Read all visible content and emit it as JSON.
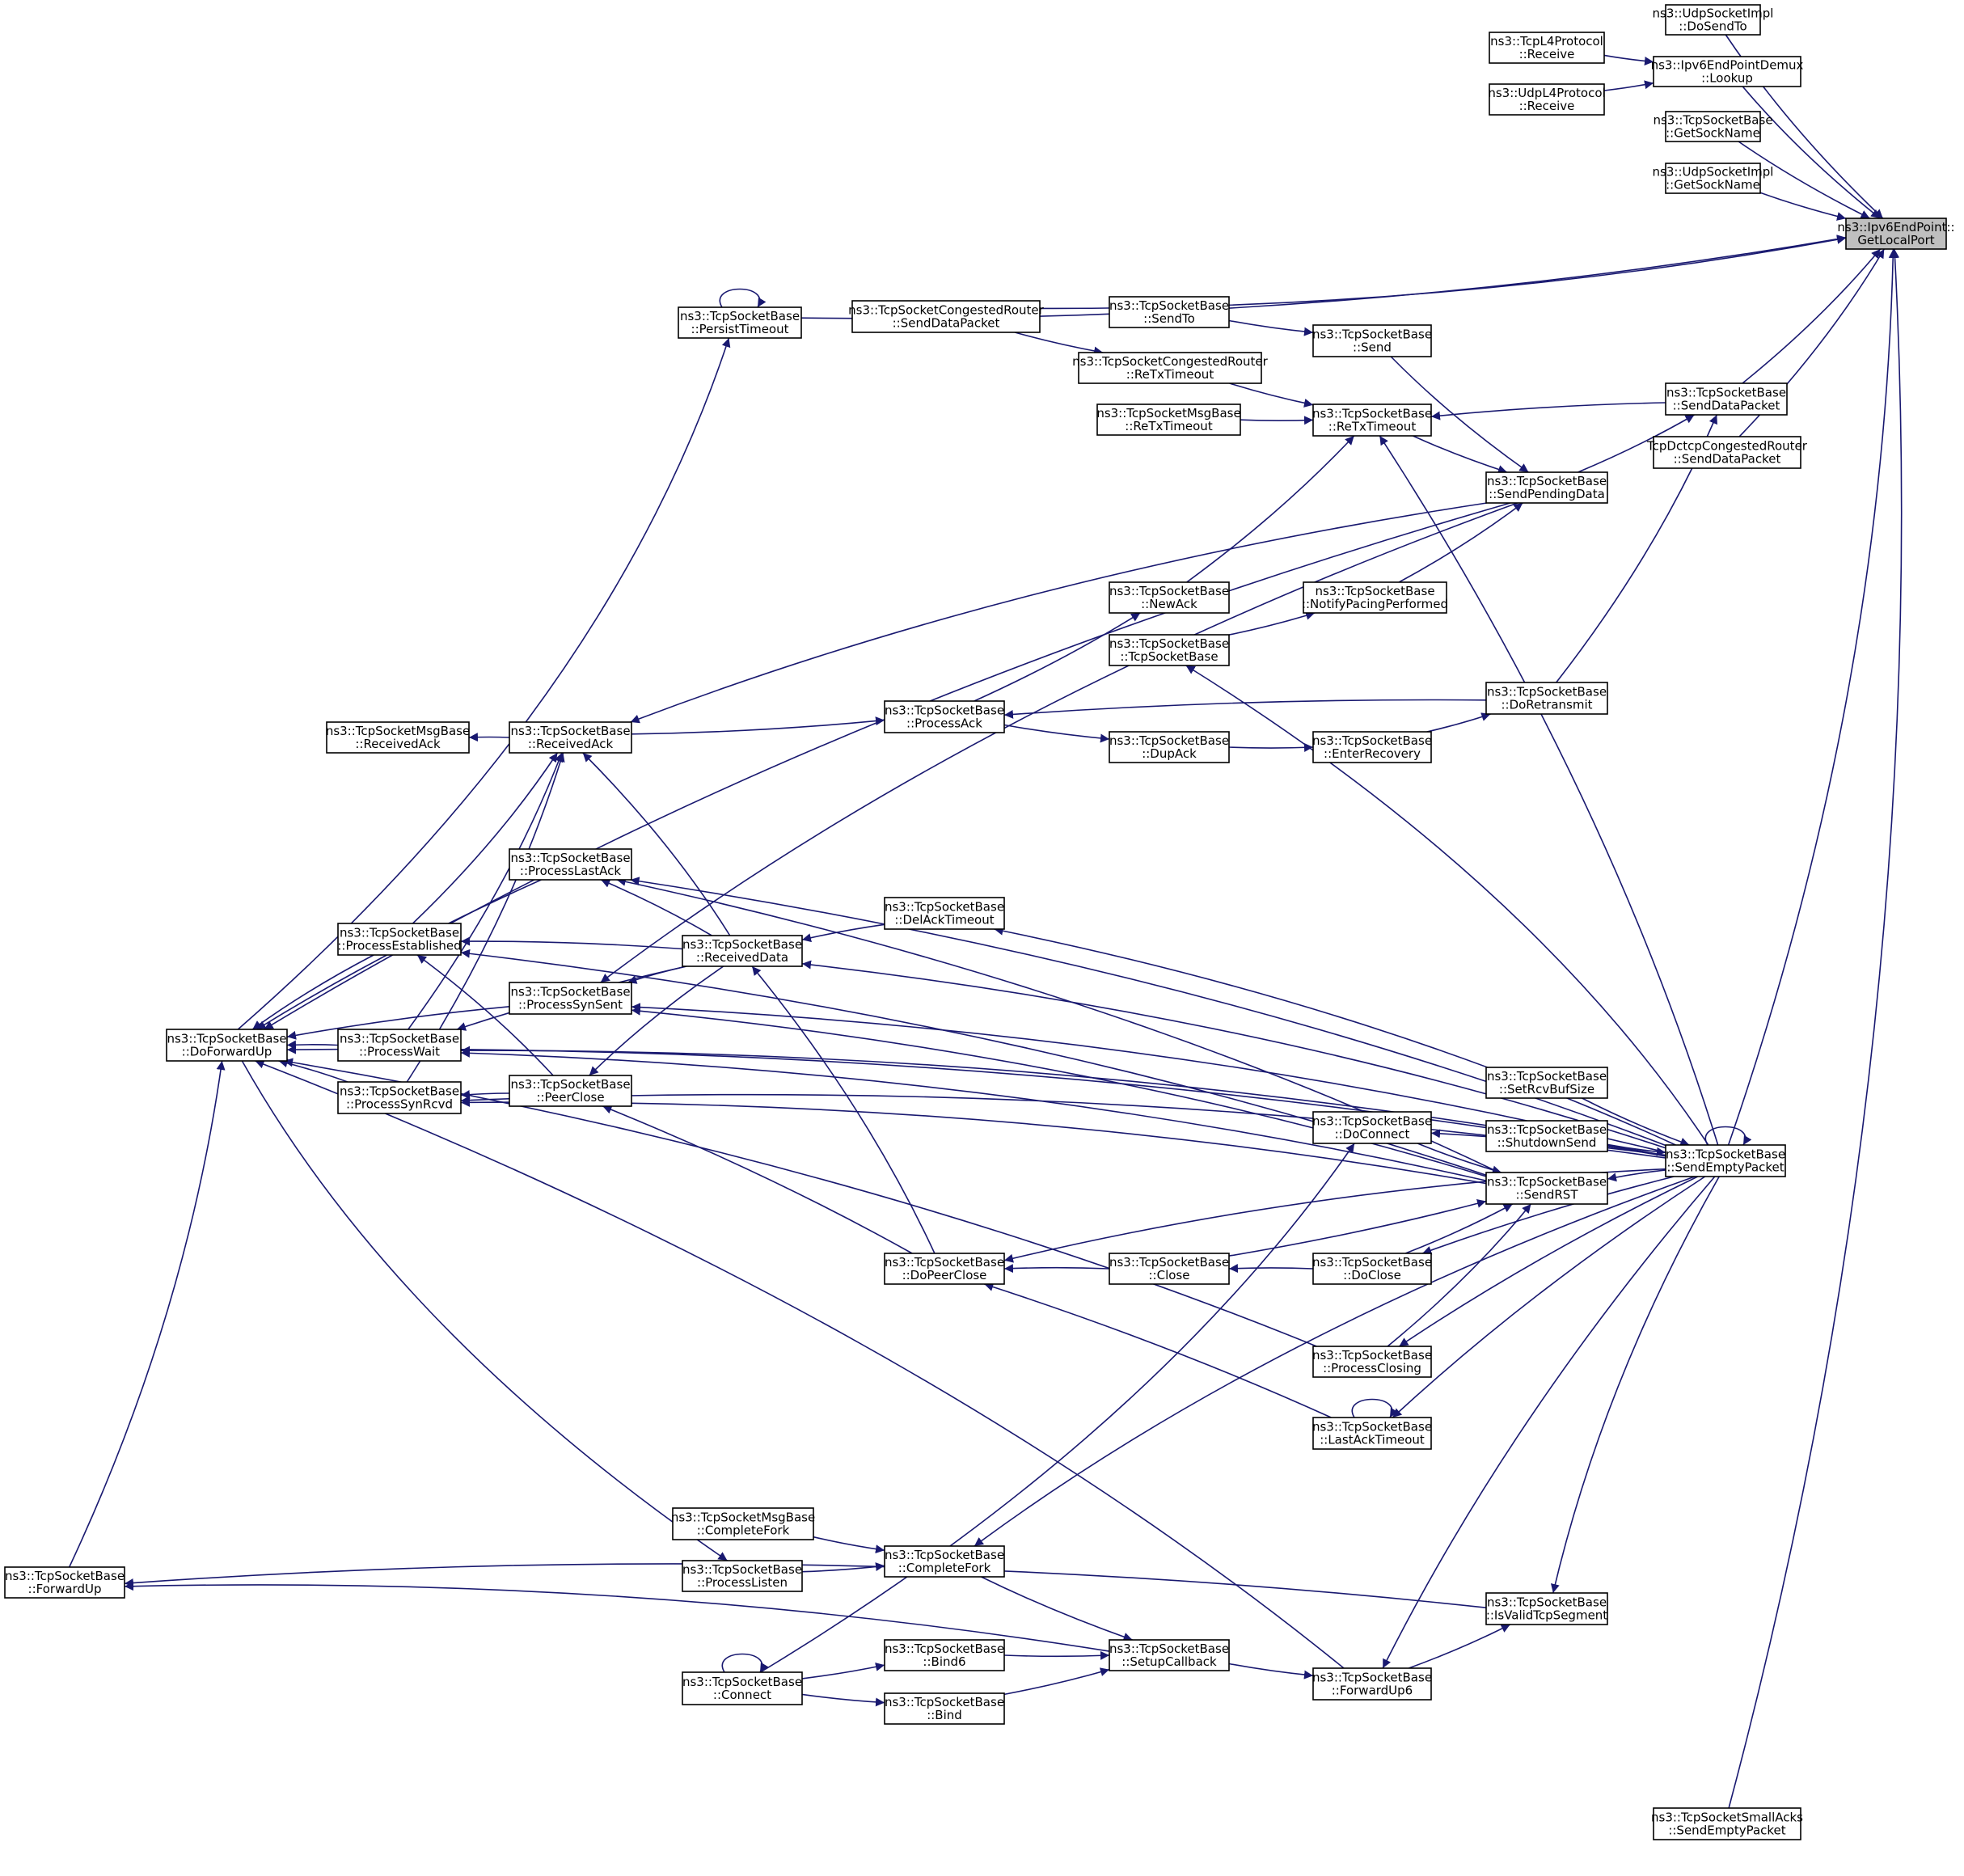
{
  "graph_title": "",
  "colors": {
    "edge": "#191970",
    "node_border": "#000000",
    "node_fill": "#ffffff",
    "root_fill": "#bfbfbf"
  },
  "nodes": {
    "root": [
      "ns3::Ipv6EndPoint::",
      "GetLocalPort"
    ],
    "udp_dosendto": [
      "ns3::UdpSocketImpl",
      "::DoSendTo"
    ],
    "ipv6demux_lookup": [
      "ns3::Ipv6EndPointDemux",
      "::Lookup"
    ],
    "tcpl4_receive": [
      "ns3::TcpL4Protocol",
      "::Receive"
    ],
    "udpl4_receive": [
      "ns3::UdpL4Protocol",
      "::Receive"
    ],
    "tcp_getsockname": [
      "ns3::TcpSocketBase",
      "::GetSockName"
    ],
    "udp_getsockname": [
      "ns3::UdpSocketImpl",
      "::GetSockName"
    ],
    "tcp_senddatapacket": [
      "ns3::TcpSocketBase",
      "::SendDataPacket"
    ],
    "dctcp_senddatapacket": [
      "TcpDctcpCongestedRouter",
      "::SendDataPacket"
    ],
    "persisttimeout": [
      "ns3::TcpSocketBase",
      "::PersistTimeout"
    ],
    "cr_senddatapacket": [
      "ns3::TcpSocketCongestedRouter",
      "::SendDataPacket"
    ],
    "sendto": [
      "ns3::TcpSocketBase",
      "::SendTo"
    ],
    "send": [
      "ns3::TcpSocketBase",
      "::Send"
    ],
    "cr_retxtimeout": [
      "ns3::TcpSocketCongestedRouter",
      "::ReTxTimeout"
    ],
    "retxtimeout": [
      "ns3::TcpSocketBase",
      "::ReTxTimeout"
    ],
    "msg_retxtimeout": [
      "ns3::TcpSocketMsgBase",
      "::ReTxTimeout"
    ],
    "sendpendingdata": [
      "ns3::TcpSocketBase",
      "::SendPendingData"
    ],
    "newack": [
      "ns3::TcpSocketBase",
      "::NewAck"
    ],
    "notifypacing": [
      "ns3::TcpSocketBase",
      "::NotifyPacingPerformed"
    ],
    "ctor": [
      "ns3::TcpSocketBase",
      "::TcpSocketBase"
    ],
    "doretransmit": [
      "ns3::TcpSocketBase",
      "::DoRetransmit"
    ],
    "processack": [
      "ns3::TcpSocketBase",
      "::ProcessAck"
    ],
    "dupack": [
      "ns3::TcpSocketBase",
      "::DupAck"
    ],
    "enterrecovery": [
      "ns3::TcpSocketBase",
      "::EnterRecovery"
    ],
    "msg_receivedack": [
      "ns3::TcpSocketMsgBase",
      "::ReceivedAck"
    ],
    "receivedack": [
      "ns3::TcpSocketBase",
      "::ReceivedAck"
    ],
    "processlastack": [
      "ns3::TcpSocketBase",
      "::ProcessLastAck"
    ],
    "delacktimeout": [
      "ns3::TcpSocketBase",
      "::DelAckTimeout"
    ],
    "processestablished": [
      "ns3::TcpSocketBase",
      "::ProcessEstablished"
    ],
    "receiveddata": [
      "ns3::TcpSocketBase",
      "::ReceivedData"
    ],
    "processsynsent": [
      "ns3::TcpSocketBase",
      "::ProcessSynSent"
    ],
    "doforwardup": [
      "ns3::TcpSocketBase",
      "::DoForwardUp"
    ],
    "processwait": [
      "ns3::TcpSocketBase",
      "::ProcessWait"
    ],
    "processsynrcvd": [
      "ns3::TcpSocketBase",
      "::ProcessSynRcvd"
    ],
    "peerclose": [
      "ns3::TcpSocketBase",
      "::PeerClose"
    ],
    "setrcvbufsize": [
      "ns3::TcpSocketBase",
      "::SetRcvBufSize"
    ],
    "shutdownsend": [
      "ns3::TcpSocketBase",
      "::ShutdownSend"
    ],
    "sendemptypacket": [
      "ns3::TcpSocketBase",
      "::SendEmptyPacket"
    ],
    "doconnect": [
      "ns3::TcpSocketBase",
      "::DoConnect"
    ],
    "sendrst": [
      "ns3::TcpSocketBase",
      "::SendRST"
    ],
    "dopeerclose": [
      "ns3::TcpSocketBase",
      "::DoPeerClose"
    ],
    "close": [
      "ns3::TcpSocketBase",
      "::Close"
    ],
    "doclose": [
      "ns3::TcpSocketBase",
      "::DoClose"
    ],
    "processclosing": [
      "ns3::TcpSocketBase",
      "::ProcessClosing"
    ],
    "lastacktimeout": [
      "ns3::TcpSocketBase",
      "::LastAckTimeout"
    ],
    "msg_completefork": [
      "ns3::TcpSocketMsgBase",
      "::CompleteFork"
    ],
    "completefork": [
      "ns3::TcpSocketBase",
      "::CompleteFork"
    ],
    "forwardup": [
      "ns3::TcpSocketBase",
      "::ForwardUp"
    ],
    "processlisten": [
      "ns3::TcpSocketBase",
      "::ProcessListen"
    ],
    "isvalidtcpsegment": [
      "ns3::TcpSocketBase",
      "::IsValidTcpSegment"
    ],
    "bind6": [
      "ns3::TcpSocketBase",
      "::Bind6"
    ],
    "setupcallback": [
      "ns3::TcpSocketBase",
      "::SetupCallback"
    ],
    "connect": [
      "ns3::TcpSocketBase",
      "::Connect"
    ],
    "forwardup6": [
      "ns3::TcpSocketBase",
      "::ForwardUp6"
    ],
    "bind": [
      "ns3::TcpSocketBase",
      "::Bind"
    ],
    "smallacks_sendemptypacket": [
      "ns3::TcpSocketSmallAcks",
      "::SendEmptyPacket"
    ]
  },
  "edges": [
    [
      "udp_dosendto",
      "root"
    ],
    [
      "ipv6demux_lookup",
      "root"
    ],
    [
      "tcp_getsockname",
      "root"
    ],
    [
      "udp_getsockname",
      "root"
    ],
    [
      "tcp_senddatapacket",
      "root"
    ],
    [
      "dctcp_senddatapacket",
      "root"
    ],
    [
      "persisttimeout",
      "root"
    ],
    [
      "cr_senddatapacket",
      "root"
    ],
    [
      "sendemptypacket",
      "root"
    ],
    [
      "smallacks_sendemptypacket",
      "root"
    ],
    [
      "tcpl4_receive",
      "ipv6demux_lookup"
    ],
    [
      "udpl4_receive",
      "ipv6demux_lookup"
    ],
    [
      "persisttimeout",
      "persisttimeout"
    ],
    [
      "doforwardup",
      "persisttimeout"
    ],
    [
      "sendto",
      "send"
    ],
    [
      "cr_senddatapacket",
      "cr_retxtimeout"
    ],
    [
      "cr_retxtimeout",
      "retxtimeout"
    ],
    [
      "msg_retxtimeout",
      "retxtimeout"
    ],
    [
      "tcp_senddatapacket",
      "retxtimeout"
    ],
    [
      "sendpendingdata",
      "tcp_senddatapacket"
    ],
    [
      "doretransmit",
      "tcp_senddatapacket"
    ],
    [
      "send",
      "sendpendingdata"
    ],
    [
      "retxtimeout",
      "sendpendingdata"
    ],
    [
      "notifypacing",
      "sendpendingdata"
    ],
    [
      "newack",
      "retxtimeout"
    ],
    [
      "processack",
      "newack"
    ],
    [
      "ctor",
      "notifypacing"
    ],
    [
      "doretransmit",
      "processack"
    ],
    [
      "enterrecovery",
      "doretransmit"
    ],
    [
      "dupack",
      "enterrecovery"
    ],
    [
      "processack",
      "dupack"
    ],
    [
      "receivedack",
      "processack"
    ],
    [
      "receivedack",
      "msg_receivedack"
    ],
    [
      "sendpendingdata",
      "doforwardup"
    ],
    [
      "sendpendingdata",
      "receivedack"
    ],
    [
      "sendpendingdata",
      "processsynsent"
    ],
    [
      "processestablished",
      "receivedack"
    ],
    [
      "processwait",
      "receivedack"
    ],
    [
      "processsynrcvd",
      "receivedack"
    ],
    [
      "processestablished",
      "doforwardup"
    ],
    [
      "processlastack",
      "doforwardup"
    ],
    [
      "processsynsent",
      "doforwardup"
    ],
    [
      "processwait",
      "doforwardup"
    ],
    [
      "processsynrcvd",
      "doforwardup"
    ],
    [
      "receiveddata",
      "receivedack"
    ],
    [
      "receiveddata",
      "processestablished"
    ],
    [
      "receiveddata",
      "processlastack"
    ],
    [
      "receiveddata",
      "processsynsent"
    ],
    [
      "receiveddata",
      "processwait"
    ],
    [
      "receiveddata",
      "peerclose"
    ],
    [
      "delacktimeout",
      "receiveddata"
    ],
    [
      "peerclose",
      "processestablished"
    ],
    [
      "peerclose",
      "processsynrcvd"
    ],
    [
      "dopeerclose",
      "receiveddata"
    ],
    [
      "dopeerclose",
      "peerclose"
    ],
    [
      "close",
      "dopeerclose"
    ],
    [
      "doclose",
      "close"
    ],
    [
      "lastacktimeout",
      "dopeerclose"
    ],
    [
      "lastacktimeout",
      "lastacktimeout"
    ],
    [
      "processclosing",
      "doforwardup"
    ],
    [
      "sendrst",
      "processsynrcvd"
    ],
    [
      "sendrst",
      "processestablished"
    ],
    [
      "sendrst",
      "processlastack"
    ],
    [
      "sendrst",
      "processwait"
    ],
    [
      "sendrst",
      "processsynsent"
    ],
    [
      "doconnect",
      "sendrst"
    ],
    [
      "close",
      "sendrst"
    ],
    [
      "doclose",
      "sendrst"
    ],
    [
      "processclosing",
      "sendrst"
    ],
    [
      "connect",
      "doconnect"
    ],
    [
      "setrcvbufsize",
      "sendemptypacket"
    ],
    [
      "shutdownsend",
      "sendemptypacket"
    ],
    [
      "sendemptypacket",
      "sendemptypacket"
    ],
    [
      "sendemptypacket",
      "retxtimeout"
    ],
    [
      "sendemptypacket",
      "ctor"
    ],
    [
      "sendemptypacket",
      "doforwardup"
    ],
    [
      "sendemptypacket",
      "processlastack"
    ],
    [
      "sendemptypacket",
      "delacktimeout"
    ],
    [
      "sendemptypacket",
      "receiveddata"
    ],
    [
      "sendemptypacket",
      "processsynsent"
    ],
    [
      "sendemptypacket",
      "doconnect"
    ],
    [
      "sendemptypacket",
      "sendrst"
    ],
    [
      "sendemptypacket",
      "doclose"
    ],
    [
      "sendemptypacket",
      "dopeerclose"
    ],
    [
      "sendemptypacket",
      "processclosing"
    ],
    [
      "sendemptypacket",
      "lastacktimeout"
    ],
    [
      "sendemptypacket",
      "processwait"
    ],
    [
      "sendemptypacket",
      "completefork"
    ],
    [
      "sendemptypacket",
      "isvalidtcpsegment"
    ],
    [
      "sendemptypacket",
      "forwardup6"
    ],
    [
      "sendemptypacket",
      "processsynrcvd"
    ],
    [
      "msg_completefork",
      "completefork"
    ],
    [
      "processlisten",
      "completefork"
    ],
    [
      "doforwardup",
      "processlisten"
    ],
    [
      "completefork",
      "setupcallback"
    ],
    [
      "bind6",
      "setupcallback"
    ],
    [
      "bind",
      "setupcallback"
    ],
    [
      "connect",
      "bind6"
    ],
    [
      "connect",
      "bind"
    ],
    [
      "connect",
      "connect"
    ],
    [
      "setupcallback",
      "forwardup6"
    ],
    [
      "setupcallback",
      "forwardup"
    ],
    [
      "forwardup",
      "doforwardup"
    ],
    [
      "isvalidtcpsegment",
      "forwardup"
    ],
    [
      "forwardup6",
      "isvalidtcpsegment"
    ],
    [
      "forwardup6",
      "doforwardup"
    ]
  ]
}
